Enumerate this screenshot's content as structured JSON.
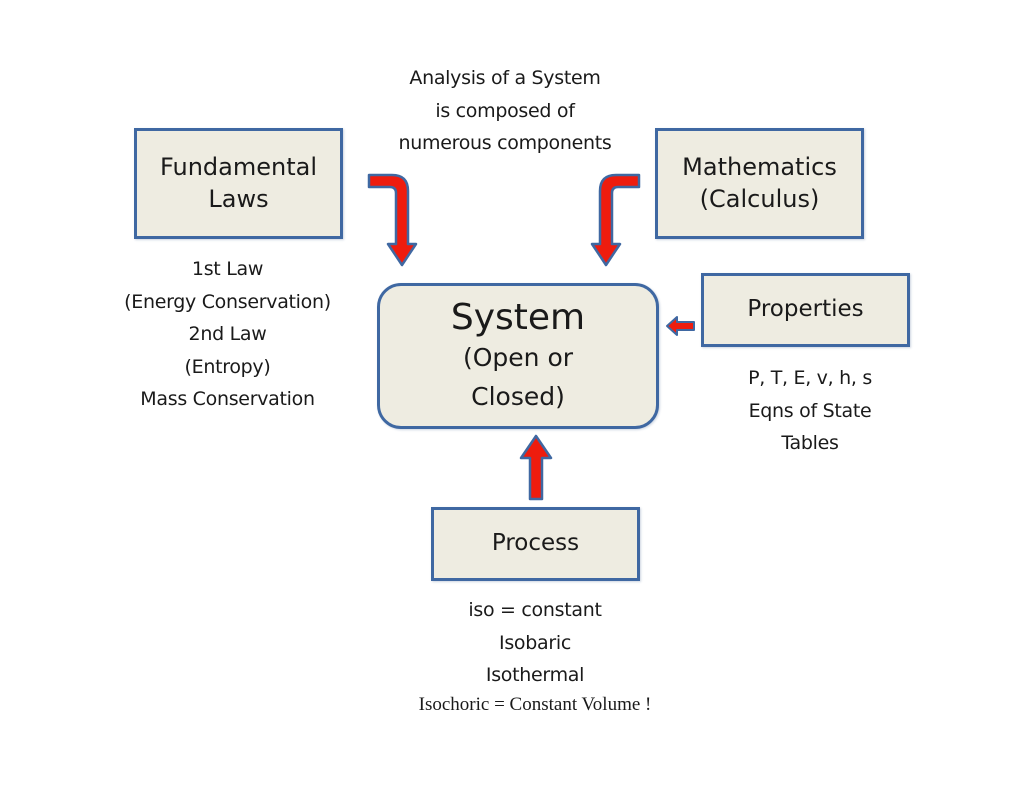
{
  "diagram": {
    "top_note": {
      "lines": [
        "Analysis of a System",
        "is composed of",
        "numerous components"
      ]
    },
    "center": {
      "title": "System",
      "subtitle_lines": [
        "(Open or",
        "Closed)"
      ]
    },
    "fundamental_laws": {
      "label_lines": [
        "Fundamental",
        "Laws"
      ],
      "details": [
        "1st Law",
        "(Energy Conservation)",
        "2nd Law",
        "(Entropy)",
        "Mass Conservation"
      ]
    },
    "mathematics": {
      "label_lines": [
        "Mathematics",
        "(Calculus)"
      ]
    },
    "properties": {
      "label": "Properties",
      "details": [
        "P, T, E, v, h, s",
        "Eqns of State",
        "Tables"
      ]
    },
    "process": {
      "label": "Process",
      "details": [
        "iso = constant",
        "Isobaric",
        "Isothermal"
      ],
      "footnote": "Isochoric = Constant Volume !"
    },
    "colors": {
      "box_fill": "#eeece1",
      "box_border": "#3f68a2",
      "arrow_fill": "#ee1c0e",
      "arrow_outline": "#3f68a2",
      "text": "#1a1a1a"
    }
  }
}
